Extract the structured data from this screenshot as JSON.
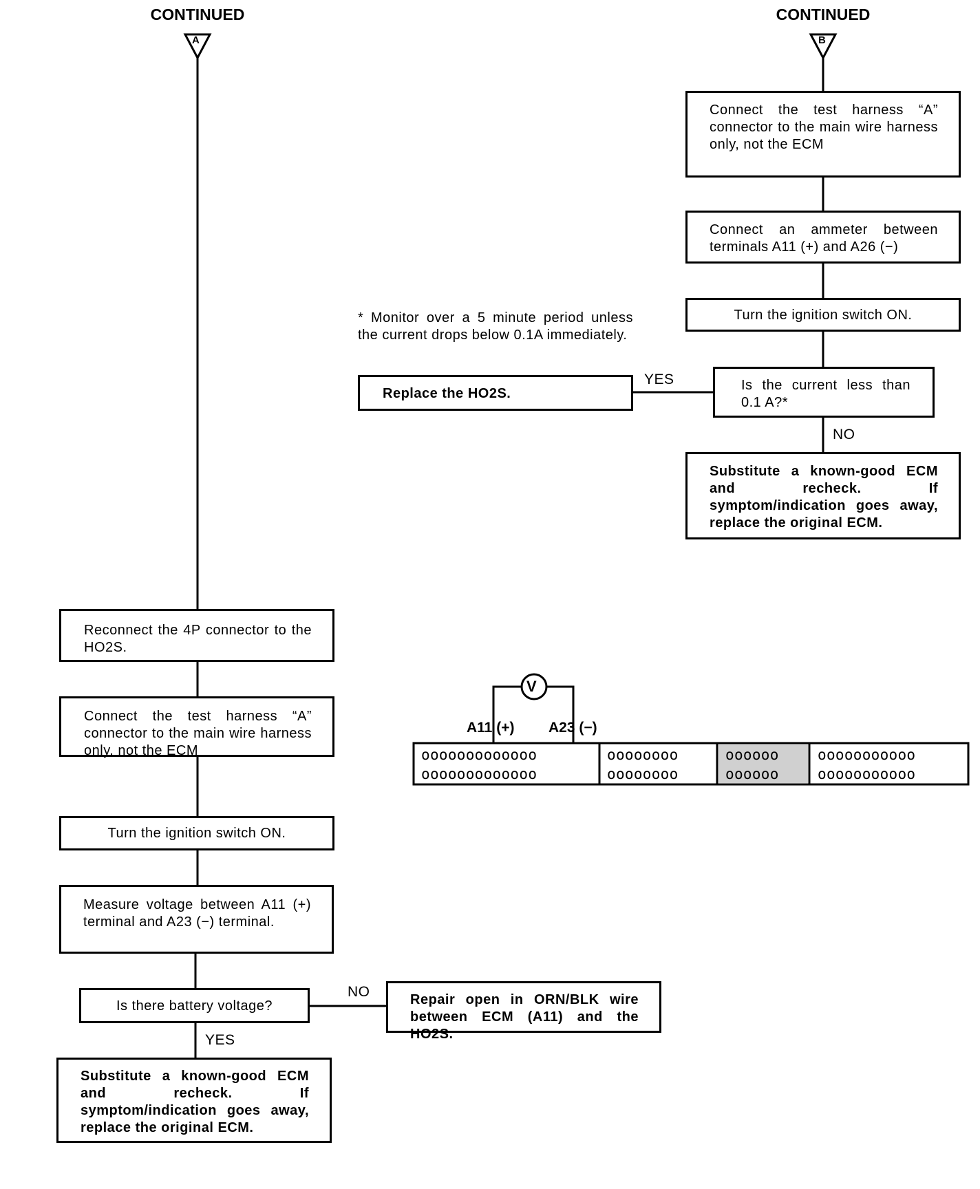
{
  "left": {
    "continued": "CONTINUED",
    "marker": "A",
    "steps": [
      "Reconnect the 4P connector to the HO2S.",
      "Connect the test harness “A” connector to the main wire harness only, not the ECM",
      "Turn the ignition switch ON.",
      "Measure voltage between A11 (+) terminal and A23 (−) terminal."
    ],
    "question": "Is there battery voltage?",
    "no_label": "NO",
    "no_result": "Repair open in ORN/BLK wire between ECM (A11) and the HO2S.",
    "yes_label": "YES",
    "yes_result": "Substitute a known-good ECM and recheck. If symptom/indication goes away, replace the original ECM."
  },
  "right": {
    "continued": "CONTINUED",
    "marker": "B",
    "steps": [
      "Connect the test harness “A” connector to the main wire harness only, not the ECM",
      "Connect an ammeter between terminals A11 (+) and A26 (−)",
      "Turn the ignition switch ON."
    ],
    "question": "Is the current less than 0.1 A?*",
    "yes_label": "YES",
    "yes_result": "Replace the HO2S.",
    "no_label": "NO",
    "no_result": "Substitute a known-good ECM and recheck. If symptom/indication goes away, replace the original ECM.",
    "footnote": "* Monitor over a 5 minute period unless the current drops below 0.1A immediately."
  },
  "connector": {
    "meter_symbol": "V",
    "plus_label": "A11 (+)",
    "minus_label": "A23 (−)",
    "rows": [
      [
        "ooooooooooooo",
        "oooooooo",
        "oooooo",
        "ooooooooooo"
      ],
      [
        "ooooooooooooo",
        "oooooooo",
        "oooooo",
        "ooooooooooo"
      ]
    ]
  }
}
